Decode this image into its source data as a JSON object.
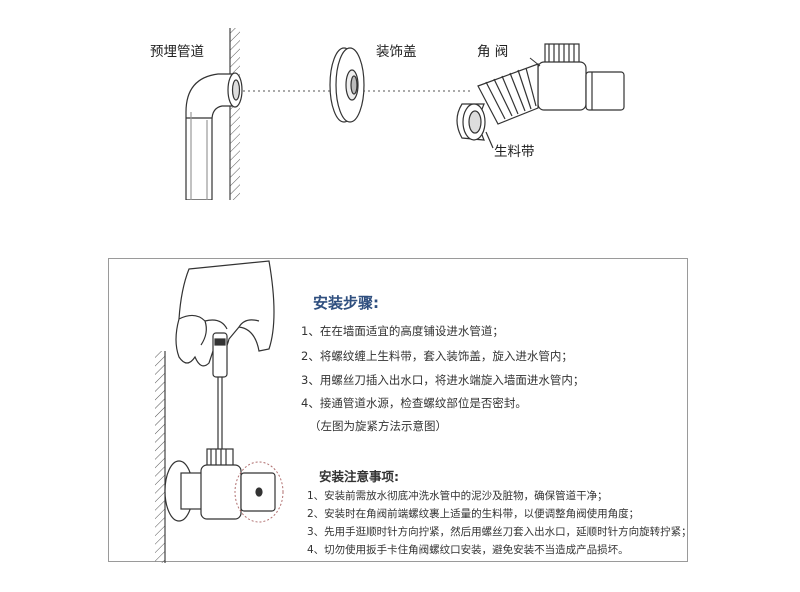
{
  "labels": {
    "embedded_pipe": "预埋管道",
    "decorative_cover": "装饰盖",
    "angle_valve": "角 阀",
    "ptfe_tape": "生料带"
  },
  "install": {
    "title": "安装步骤:",
    "steps": [
      "1、在在墙面适宜的高度铺设进水管道；",
      "2、将螺纹缠上生料带，套入装饰盖，旋入进水管内；",
      "3、用螺丝刀插入出水口，将进水端旋入墙面进水管内；",
      "4、接通管道水源，检查螺纹部位是否密封。",
      "（左图为旋紧方法示意图）"
    ]
  },
  "notes": {
    "title": "安装注意事项:",
    "items": [
      "1、安装前需放水彻底冲洗水管中的泥沙及脏物，确保管道干净；",
      "2、安装时在角阀前端螺纹裹上适量的生料带，以便调整角阀使用角度；",
      "3、先用手逛顺时针方向拧紧，然后用螺丝刀套入出水口，延顺时针方向旋转拧紧；",
      "4、切勿使用扳手卡住角阀螺纹口安装，避免安装不当造成产品损坏。"
    ]
  }
}
